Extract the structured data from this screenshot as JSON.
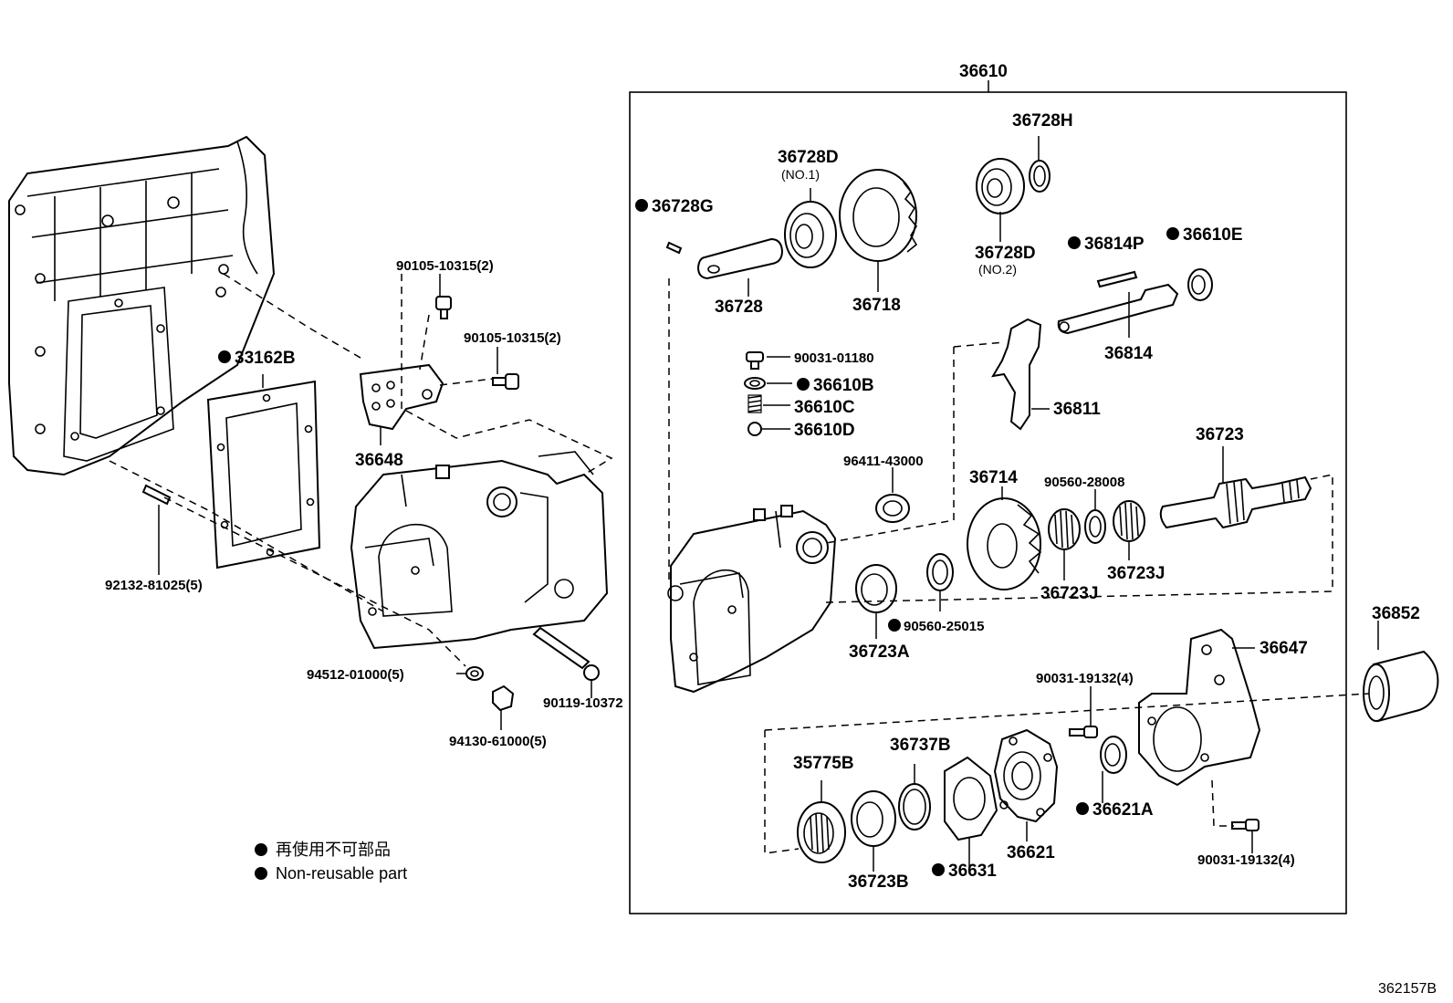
{
  "labels": {
    "l_36610": "36610",
    "l_36728H": "36728H",
    "l_36728D_1": "36728D",
    "l_no1": "(NO.1)",
    "l_36728D_2": "36728D",
    "l_no2": "(NO.2)",
    "l_36728G": "36728G",
    "l_36728": "36728",
    "l_36718": "36718",
    "l_36814P": "36814P",
    "l_36610E": "36610E",
    "l_36814": "36814",
    "l_36811": "36811",
    "l_90031_01180": "90031-01180",
    "l_36610B": "36610B",
    "l_36610C": "36610C",
    "l_36610D": "36610D",
    "l_96411_43000": "96411-43000",
    "l_36714": "36714",
    "l_90560_28008": "90560-28008",
    "l_36723": "36723",
    "l_36723J_1": "36723J",
    "l_36723J_2": "36723J",
    "l_36723A": "36723A",
    "l_90560_25015": "90560-25015",
    "l_36852": "36852",
    "l_36647": "36647",
    "l_90031_19132_a": "90031-19132(4)",
    "l_90031_19132_b": "90031-19132(4)",
    "l_35775B": "35775B",
    "l_36737B": "36737B",
    "l_36621A": "36621A",
    "l_36621": "36621",
    "l_36631": "36631",
    "l_36723B": "36723B",
    "l_90105_a": "90105-10315(2)",
    "l_90105_b": "90105-10315(2)",
    "l_33162B": "33162B",
    "l_36648": "36648",
    "l_92132": "92132-81025(5)",
    "l_94512": "94512-01000(5)",
    "l_90119": "90119-10372",
    "l_94130": "94130-61000(5)"
  },
  "legend": {
    "jp": "再使用不可部品",
    "en": "Non-reusable part"
  },
  "ref_number": "362157B"
}
